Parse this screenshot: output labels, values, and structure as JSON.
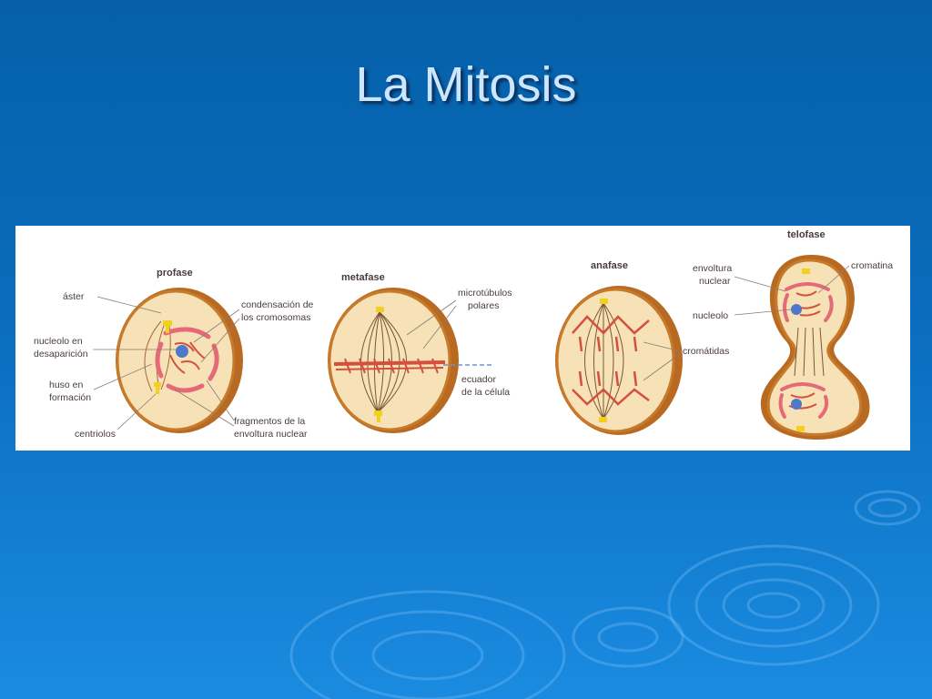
{
  "slide": {
    "title": "La Mitosis"
  },
  "diagram": {
    "phases": {
      "profase": "profase",
      "metafase": "metafase",
      "anafase": "anafase",
      "telofase": "telofase"
    },
    "labels": {
      "aster": "áster",
      "nucleolo_line1": "nucleolo en",
      "nucleolo_line2": "desaparición",
      "huso_line1": "huso en",
      "huso_line2": "formación",
      "centriolos": "centriolos",
      "condensacion_line1": "condensación de",
      "condensacion_line2": "los cromosomas",
      "fragmentos_line1": "fragmentos de la",
      "fragmentos_line2": "envoltura nuclear",
      "microtubulos_line1": "microtúbulos",
      "microtubulos_line2": "polares",
      "ecuador_line1": "ecuador",
      "ecuador_line2": "de la célula",
      "cromatidas": "cromátidas",
      "envoltura_line1": "envoltura",
      "envoltura_line2": "nuclear",
      "nucleolo_telo": "nucleolo",
      "cromatina": "cromatina"
    },
    "colors": {
      "cytoplasm": "#f7e2b8",
      "membrane": "#c67a2a",
      "chromosome": "#d4503c",
      "envelope": "#e56a78",
      "nucleolus": "#4f78c8",
      "centriole": "#f2d020"
    }
  }
}
